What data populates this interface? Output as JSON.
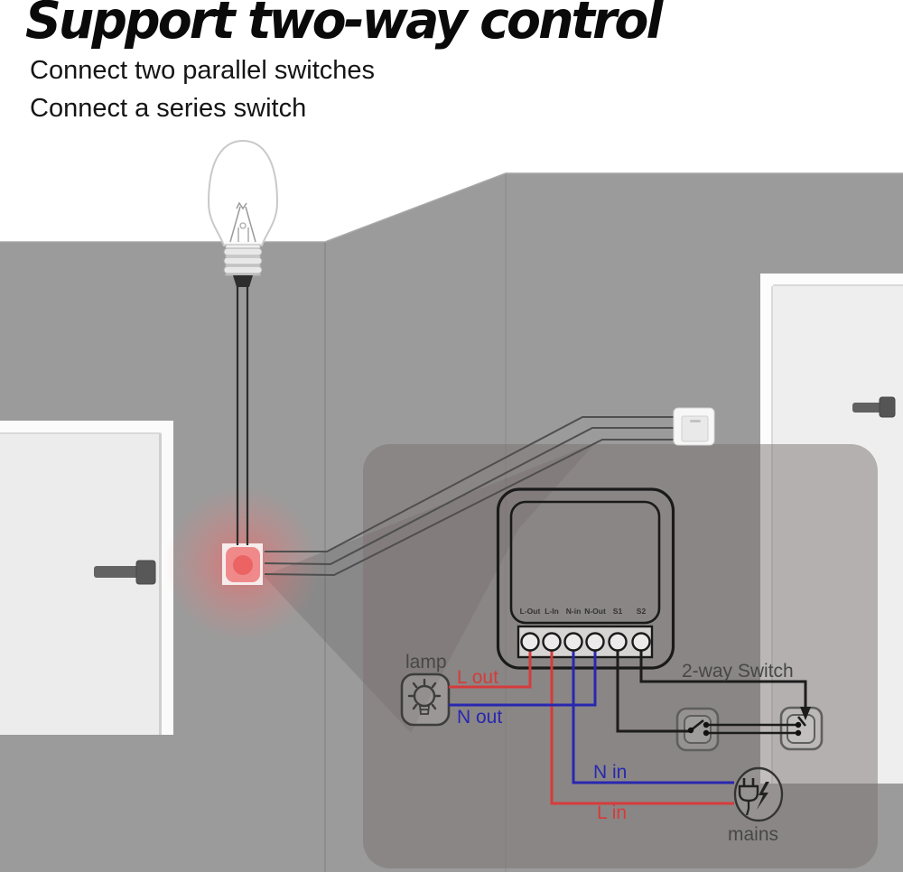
{
  "header": {
    "title": "Support two-way control",
    "subtitle1": "Connect two parallel switches",
    "subtitle2": "Connect a series switch"
  },
  "module": {
    "terminals": [
      "L-Out",
      "L-In",
      "N-in",
      "N-Out",
      "S1",
      "S2"
    ]
  },
  "labels": {
    "lamp": "lamp",
    "l_out": "L out",
    "n_out": "N out",
    "two_way_switch": "2-way Switch",
    "n_in": "N in",
    "l_in": "L in",
    "mains": "mains"
  },
  "colors": {
    "live": "#d63b3b",
    "neutral": "#2828b0",
    "switch_wire": "#1c1c1c",
    "label_gray": "#474747",
    "wall": "#9b9b9b",
    "glow": "#f08a8a"
  }
}
